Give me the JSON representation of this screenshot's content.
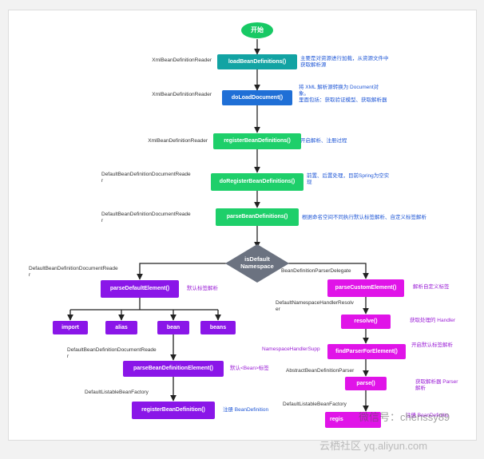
{
  "nodes": {
    "start": "开始",
    "loadBeanDefinitions": "loadBeanDefinitions()",
    "doLoadDocument": "doLoadDocument()",
    "registerBeanDefinitions": "registerBeanDefinitions()",
    "doRegisterBeanDefinitions": "doRegisterBeanDefinitions()",
    "parseBeanDefinitions": "parseBeanDefinitions()",
    "isDefaultNamespace": "isDefault\nNamespace",
    "parseDefaultElement": "parseDefaultElement()",
    "import": "import",
    "alias": "alias",
    "bean": "bean",
    "beans": "beans",
    "parseBeanDefinitionElement": "parseBeanDefinitionElement()",
    "registerBeanDefinition": "registerBeanDefinition()",
    "parseCustomElement": "parseCustomElement()",
    "resolve": "resolve()",
    "findParserForElement": "findParserForElement()",
    "parse": "parse()",
    "registerBeanDefinitionRight": "regis"
  },
  "class_labels": {
    "xml1": "XmlBeanDefinitionReader",
    "xml2": "XmlBeanDefinitionReader",
    "xml3": "XmlBeanDefinitionReader",
    "ddr1": "DefaultBeanDefinitionDocumentReade\nr",
    "ddr2": "DefaultBeanDefinitionDocumentReade\nr",
    "ddr3": "DefaultBeanDefinitionDocumentReade\nr",
    "ddr4": "DefaultBeanDefinitionDocumentReade\nr",
    "dlbf_left": "DefaultListableBeanFactory",
    "parser_delegate": "BeanDefinitionParserDelegate",
    "nhr": "DefaultNamespaceHandlerResolv\ner",
    "nhs": "NamespaceHandlerSupp",
    "abdp": "AbstractBeanDefinitionParser",
    "dlbf_right": "DefaultListableBeanFactory"
  },
  "notes": {
    "load": "主要是对资源进行加载，从资源文件中\n获取解析源",
    "doLoad": "将 XML 解析源转换为 Document对\n象。\n里面包括：获取验证模型、获取解析器",
    "register": "开启解析、注册过程",
    "doRegister": "前置、后置处理，目前Spring为空实\n现",
    "parseBean": "根据命名空间不同执行默认标签解析、自定义标签解析",
    "defaultTag": "默认标签解析",
    "beanTag": "默认<Bean>标签",
    "registerNote": "注册 BeanDefinition",
    "customTag": "解析自定义标签",
    "getHandler": "获取处理的 Handler",
    "enableDefault": "开启默认标签解析",
    "getParser": "获取解析器 Parser\n解析",
    "registerRight": "注册 BeanDefinitio"
  },
  "watermarks": {
    "wechat": "微信号：chenssy89",
    "yunqi": "云栖社区 yq.aliyun.com"
  },
  "colors": {
    "start": "#17c964",
    "teal": "#12a3a3",
    "blue": "#1f6fd6",
    "green": "#1ecf6a",
    "diamond": "#6b7280",
    "purple": "#8a16e8",
    "magenta": "#e014e8",
    "line": "#222222"
  }
}
